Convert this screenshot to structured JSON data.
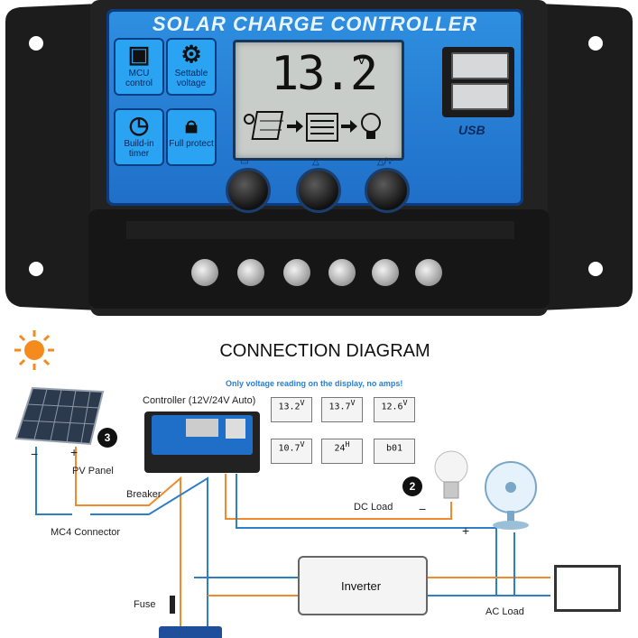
{
  "device": {
    "title": "SOLAR CHARGE CONTROLLER",
    "lcd_value": "13.2",
    "lcd_unit": "V",
    "features": [
      {
        "icon": "chip-icon",
        "label": "MCU control"
      },
      {
        "icon": "gear-icon",
        "label": "Settable voltage"
      },
      {
        "icon": "clock-icon",
        "label": "Build-in timer"
      },
      {
        "icon": "lock-icon",
        "label": "Full protect"
      }
    ],
    "usb_label": "USB",
    "button_icons": [
      "menu-icon",
      "up-icon",
      "bulb-up-icon"
    ],
    "terminal_count": 6
  },
  "diagram": {
    "heading": "CONNECTION DIAGRAM",
    "note": "Only voltage reading on the display, no amps!",
    "controller_label": "Controller (12V/24V Auto)",
    "readings": [
      "13.2",
      "13.7",
      "12.6",
      "10.7",
      "24",
      "b01"
    ],
    "reading_units": [
      "V",
      "V",
      "V",
      "V",
      "H",
      ""
    ],
    "pv_label": "PV Panel",
    "mc4_label": "MC4 Connector",
    "breaker_label": "Breaker",
    "dc_load_label": "DC Load",
    "inverter_label": "Inverter",
    "fuse_label": "Fuse",
    "ac_load_label": "AC Load",
    "badge_pv": "3",
    "badge_dc": "2",
    "minus": "−",
    "plus": "+",
    "colors": {
      "positive": "#f08a2c",
      "negative": "#2f7fc8",
      "panel_blue": "#1f6fc8"
    }
  }
}
